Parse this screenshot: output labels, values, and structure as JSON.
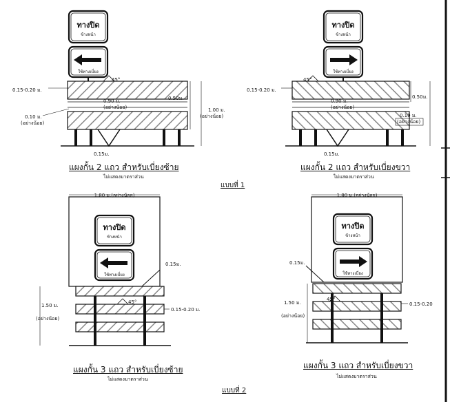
{
  "sign_text": {
    "closed": "ทางปิด",
    "ahead": "ข้างหน้า",
    "detour": "ใช้ทางเบี่ยง"
  },
  "dimensions": {
    "stripe_height": "0.15-0.20 ม.",
    "panel_width": "0.90 ม.",
    "minimum": "(อย่างน้อย)",
    "gap": "0.10 ม.",
    "board_height": "0.50ม.",
    "total_height": "1.00 ม.",
    "post_embed": "0.15ม.",
    "angle": "45°",
    "sign_width": "1.80 ม.(อย่างน้อย)",
    "brace": "0.15ม.",
    "tall_height": "1.50 ม.",
    "stripe_height_right": "0.15-0.20"
  },
  "captions": {
    "p1_left": "แผงกั้น 2 แถว สำหรับเบี่ยงซ้าย",
    "p1_right": "แผงกั้น 2 แถว สำหรับเบี่ยงขวา",
    "p2_left": "แผงกั้น 3 แถว สำหรับเบี่ยงซ้าย",
    "p2_right": "แผงกั้น 3 แถว สำหรับเบี่ยงขวา",
    "not_to_scale": "ไม่แสดงมาตราส่วน",
    "scheme1": "แบบที่ 1",
    "scheme2": "แบบที่ 2"
  }
}
